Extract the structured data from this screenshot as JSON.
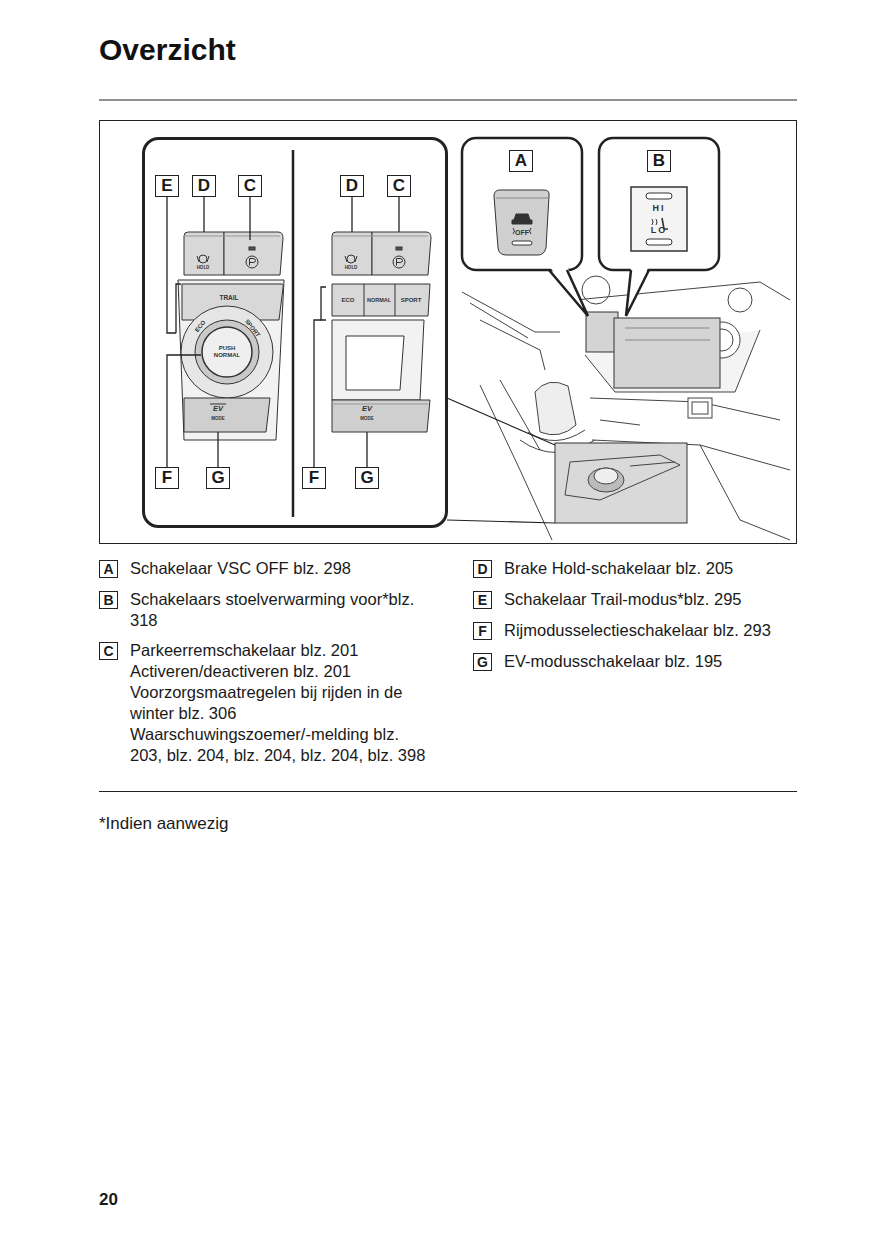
{
  "diagram": {
    "title": "Overzicht",
    "nodes": [
      {
        "text": [
          "E"
        ]
      },
      {
        "text": [
          "D"
        ]
      },
      {
        "text": [
          "C"
        ]
      },
      {
        "text": [
          "D"
        ]
      },
      {
        "text": [
          "C"
        ]
      },
      {
        "text": [
          "A"
        ]
      },
      {
        "text": [
          "B"
        ]
      },
      {
        "text": [
          "F"
        ]
      },
      {
        "text": [
          "G"
        ]
      },
      {
        "text": [
          "F"
        ]
      },
      {
        "text": [
          "G"
        ]
      },
      {
        "text": [
          "A",
          "Schakelaar VSC OFF blz. 298"
        ]
      },
      {
        "text": [
          "B",
          "Schakelaars stoelverwarming voor*blz. 318"
        ]
      },
      {
        "text": [
          "C",
          "Parkeerremschakelaar blz. 201",
          "Activeren/deactiveren blz. 201",
          "Voorzorgsmaatregelen bij rijden in de winter blz. 306",
          "Waarschuwingszoemer/-melding blz. 203, blz. 204, blz. 204, blz. 204, blz. 398"
        ]
      },
      {
        "text": [
          "D",
          "Brake Hold-schakelaar blz. 205"
        ]
      },
      {
        "text": [
          "E",
          "Schakelaar Trail-modus*blz. 295"
        ]
      },
      {
        "text": [
          "F",
          "Rijmodusselectieschakelaar blz. 293"
        ]
      },
      {
        "text": [
          "G",
          "EV-modusschakelaar blz. 195"
        ]
      }
    ],
    "labels": [
      "HOLD",
      "TRAIL",
      "ECO",
      "SPORT",
      "PUSH NORMAL",
      "EV",
      "MODE",
      "HOLD",
      "ECO",
      "NORMAL",
      "SPORT",
      "EV",
      "MODE",
      "OFF",
      "HI",
      "LO",
      "*Indien aanwezig",
      "20"
    ]
  }
}
